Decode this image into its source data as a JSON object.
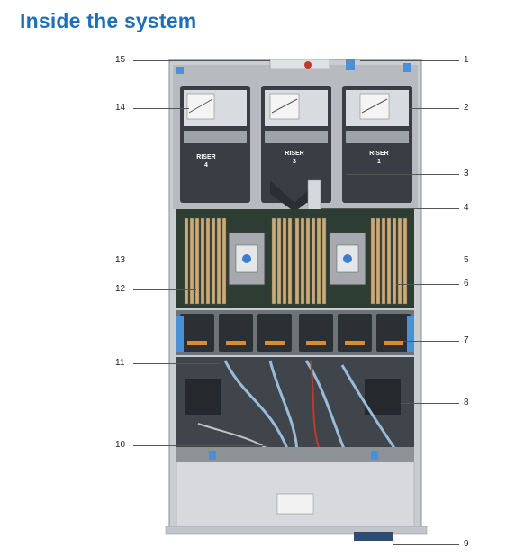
{
  "page": {
    "title": "Inside the system"
  },
  "figure": {
    "riser_labels": [
      {
        "name": "RISER",
        "number": "4"
      },
      {
        "name": "RISER",
        "number": "3"
      },
      {
        "name": "RISER",
        "number": "1"
      }
    ],
    "callouts": {
      "c1": "1",
      "c2": "2",
      "c3": "3",
      "c4": "4",
      "c5": "5",
      "c6": "6",
      "c7": "7",
      "c8": "8",
      "c9": "9",
      "c10": "10",
      "c11": "11",
      "c12": "12",
      "c13": "13",
      "c14": "14",
      "c15": "15"
    }
  }
}
